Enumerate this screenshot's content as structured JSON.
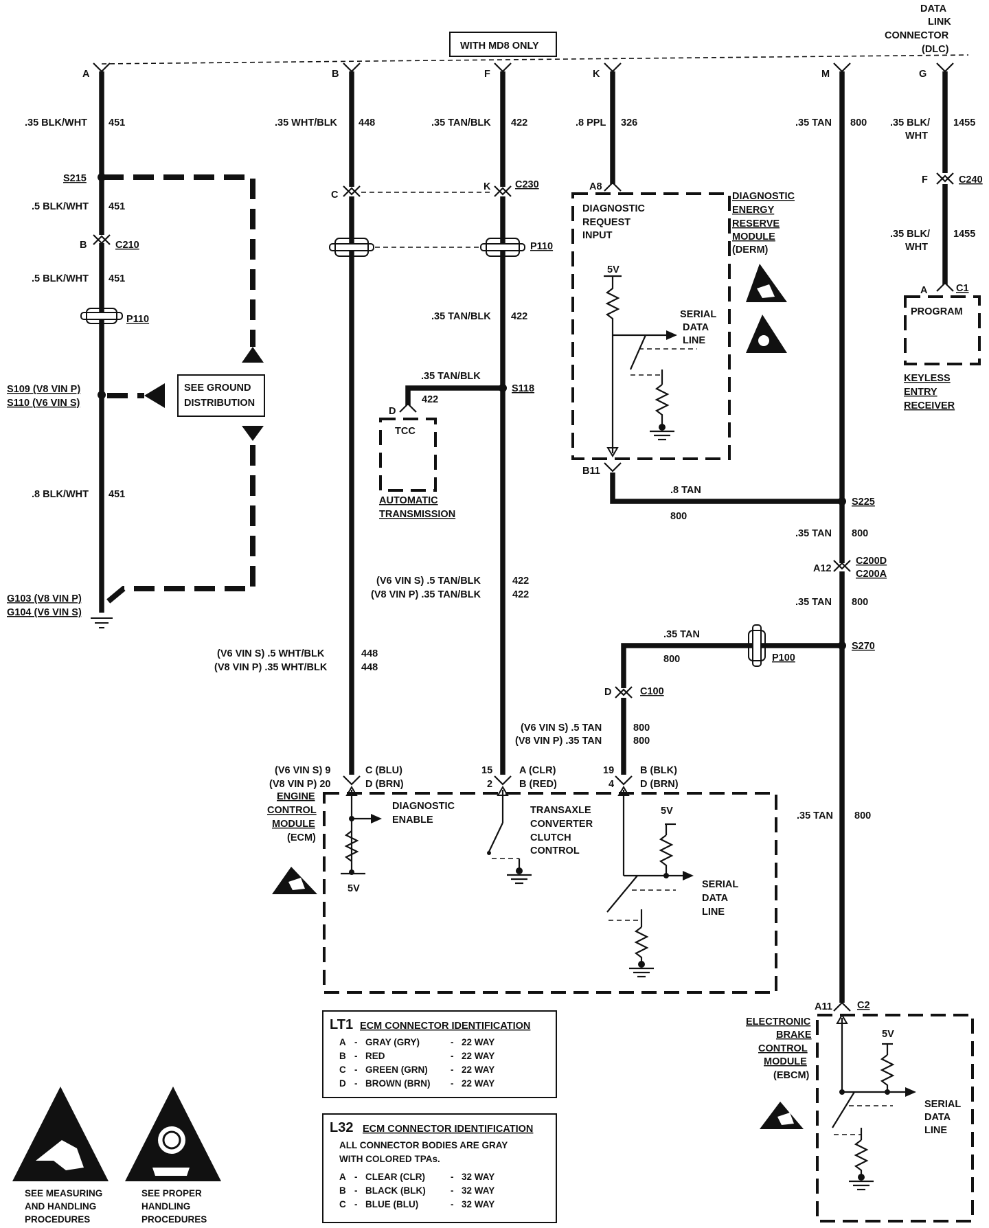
{
  "top": {
    "md8_box": "WITH MD8 ONLY",
    "dlc": [
      "DATA",
      "LINK",
      "CONNECTOR",
      "(DLC)"
    ]
  },
  "pins_top": [
    "A",
    "B",
    "F",
    "K",
    "M",
    "G"
  ],
  "wires": {
    "a_451_top": ".35 BLK/WHT",
    "a_451_num": "451",
    "a_451_mid": ".5 BLK/WHT",
    "a_451_mid2": ".5 BLK/WHT",
    "a_451_bot": ".8 BLK/WHT",
    "b_448": ".35 WHT/BLK",
    "b_448_num": "448",
    "f_422": ".35 TAN/BLK",
    "f_422_num": "422",
    "k_326": ".8 PPL",
    "k_326_num": "326",
    "m_800": ".35 TAN",
    "m_800_num": "800",
    "g_1455a": ".35 BLK/",
    "g_1455b": "WHT",
    "g_1455_num": "1455",
    "tcc_wire": ".35 TAN/BLK",
    "tcc_num": "422",
    "derm_wire": ".8 TAN",
    "derm_num": "800",
    "p100_wire": ".35 TAN",
    "p100_num": "800",
    "vin_s_448": "(V6  VIN S)  .5 WHT/BLK",
    "vin_p_448": "(V8  VIN P)  .35 WHT/BLK",
    "vin_s_422": "(V6  VIN S)  .5 TAN/BLK",
    "vin_p_422": "(V8  VIN P)  .35 TAN/BLK",
    "vin_s_800": "(V6  VIN S)  .5 TAN",
    "vin_p_800": "(V8  VIN P)  .35 TAN"
  },
  "splices": {
    "s215": "S215",
    "c210": "C210",
    "p110": "P110",
    "s109": "S109  (V8  VIN P)",
    "s110": "S110  (V6  VIN S)",
    "g103": "G103  (V8  VIN P)",
    "g104": "G104  (V6  VIN S)",
    "c230": "C230",
    "s118": "S118",
    "s225": "S225",
    "c200d": "C200D",
    "c200a": "C200A",
    "s270": "S270",
    "p100": "P100",
    "c100": "C100",
    "c240": "C240",
    "c1": "C1",
    "c2": "C2",
    "b": "B",
    "c": "C",
    "k": "K",
    "d": "D",
    "a8": "A8",
    "b11": "B11",
    "a12": "A12",
    "f": "F",
    "a": "A",
    "a11": "A11"
  },
  "ground_box": [
    "SEE GROUND",
    "DISTRIBUTION"
  ],
  "derm": {
    "title": [
      "DIAGNOSTIC",
      "ENERGY",
      "RESERVE",
      "MODULE",
      "(DERM)"
    ],
    "input": [
      "DIAGNOSTIC",
      "REQUEST",
      "INPUT"
    ],
    "v5": "5V",
    "serial": [
      "SERIAL",
      "DATA",
      "LINE"
    ]
  },
  "tcc": {
    "label": "TCC",
    "title": [
      "AUTOMATIC",
      "TRANSMISSION"
    ]
  },
  "keyless": {
    "program": "PROGRAM",
    "title": [
      "KEYLESS",
      "ENTRY",
      "RECEIVER"
    ]
  },
  "ecm": {
    "title": [
      "ENGINE",
      "CONTROL",
      "MODULE",
      "(ECM)"
    ],
    "pin_c": "(V6  VIN S)  9",
    "pin_c2": "(V8  VIN P)  20",
    "pin_c_l": "C  (BLU)",
    "pin_d_l": "D  (BRN)",
    "pin_15": "15",
    "pin_2": "2",
    "pin_a_l": "A  (CLR)",
    "pin_b_l": "B  (RED)",
    "pin_19": "19",
    "pin_4": "4",
    "pin_b2_l": "B  (BLK)",
    "pin_d2_l": "D  (BRN)",
    "diag": [
      "DIAGNOSTIC",
      "ENABLE"
    ],
    "tcc": [
      "TRANSAXLE",
      "CONVERTER",
      "CLUTCH",
      "CONTROL"
    ],
    "v5a": "5V",
    "v5b": "5V",
    "serial": [
      "SERIAL",
      "DATA",
      "LINE"
    ]
  },
  "ebcm": {
    "title": [
      "ELECTRONIC",
      "BRAKE",
      "CONTROL",
      "MODULE",
      "(EBCM)"
    ],
    "v5": "5V",
    "serial": [
      "SERIAL",
      "DATA",
      "LINE"
    ]
  },
  "lt1": {
    "code": "LT1",
    "title": "ECM CONNECTOR IDENTIFICATION",
    "rows": [
      {
        "k": "A",
        "c": "GRAY (GRY)",
        "w": "22 WAY"
      },
      {
        "k": "B",
        "c": "RED",
        "w": "22 WAY"
      },
      {
        "k": "C",
        "c": "GREEN (GRN)",
        "w": "22 WAY"
      },
      {
        "k": "D",
        "c": "BROWN (BRN)",
        "w": "22 WAY"
      }
    ]
  },
  "l32": {
    "code": "L32",
    "title": "ECM CONNECTOR IDENTIFICATION",
    "note": [
      "ALL CONNECTOR BODIES ARE GRAY",
      "WITH COLORED TPAs."
    ],
    "rows": [
      {
        "k": "A",
        "c": "CLEAR (CLR)",
        "w": "32 WAY"
      },
      {
        "k": "B",
        "c": "BLACK (BLK)",
        "w": "32 WAY"
      },
      {
        "k": "C",
        "c": "BLUE (BLU)",
        "w": "32 WAY"
      }
    ]
  },
  "esd": {
    "measuring": [
      "SEE MEASURING",
      "AND HANDLING",
      "PROCEDURES"
    ],
    "proper": [
      "SEE PROPER",
      "HANDLING",
      "PROCEDURES"
    ]
  }
}
